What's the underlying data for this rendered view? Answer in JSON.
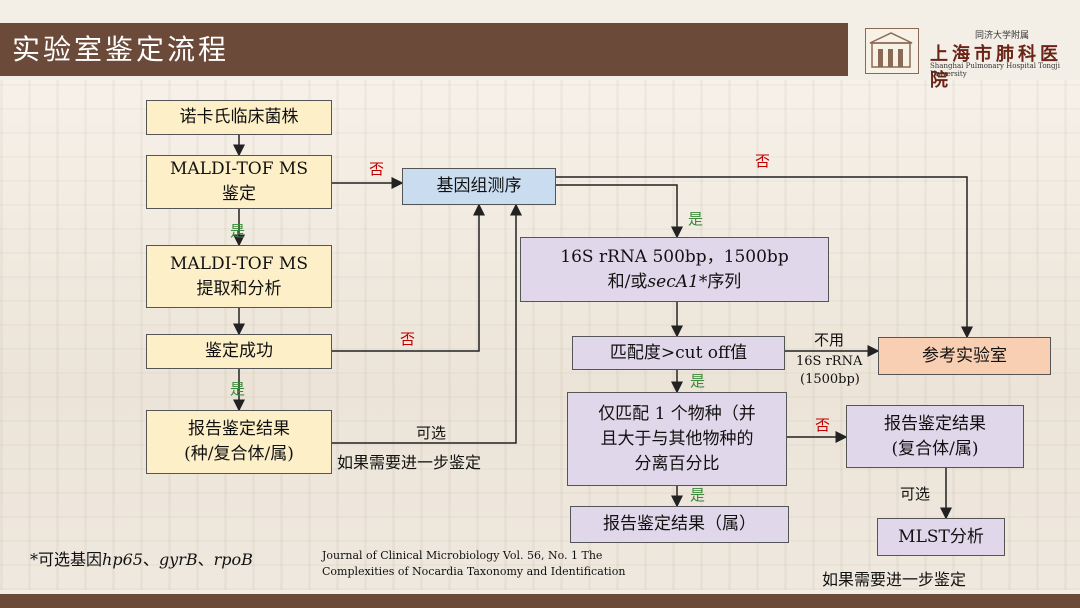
{
  "header": {
    "title": "实验室鉴定流程",
    "hospital_small": "同济大学附属",
    "hospital_name": "上海市肺科医院",
    "hospital_en": "Shanghai Pulmonary Hospital Tongji University"
  },
  "nodes": {
    "isolate": "诺卡氏临床菌株",
    "maldi_1": "MALDI-TOF MS",
    "maldi_2": "鉴定",
    "extract_1": "MALDI-TOF MS",
    "extract_2": "提取和分析",
    "success": "鉴定成功",
    "report_1": "报告鉴定结果",
    "report_2": "(种/复合体/属)",
    "wgs": "基因组测序",
    "seq_1": "16S rRNA 500bp，1500bp",
    "seq_2a": "和/或",
    "seq_2b": "secA1",
    "seq_2c": "序列",
    "match": "匹配度>cut off值",
    "unique_1": "仅匹配 1 个物种（并",
    "unique_2": "且大于与其他物种的",
    "unique_3": "分离百分比",
    "report_genus": "报告鉴定结果（属）",
    "reference": "参考实验室",
    "report_complex_1": "报告鉴定结果",
    "report_complex_2": "(复合体/属)",
    "mlst": "MLST分析"
  },
  "labels": {
    "no": "否",
    "yes": "是",
    "optional": "可选",
    "further": "如果需要进一步鉴定",
    "not_use": "不用",
    "rrna_1": "16S rRNA",
    "rrna_2": "(1500bp)"
  },
  "footer": {
    "genes_prefix": "*可选基因",
    "gene_1": "hp65",
    "gene_2": "gyrB",
    "gene_3": "rpoB",
    "sep": "、",
    "ref_1": "Journal of Clinical Microbiology Vol. 56, No. 1 The",
    "ref_2": "Complexities of Nocardia Taxonomy and Identification"
  },
  "colors": {
    "title_bar": "#6b4a3a",
    "yellow_box": "#fdf0c8",
    "blue_box": "#c9dcf0",
    "purple_box": "#e1d7ea",
    "orange_box": "#f9cfb3",
    "no_label": "#c00000",
    "yes_label": "#3a8a3a"
  }
}
